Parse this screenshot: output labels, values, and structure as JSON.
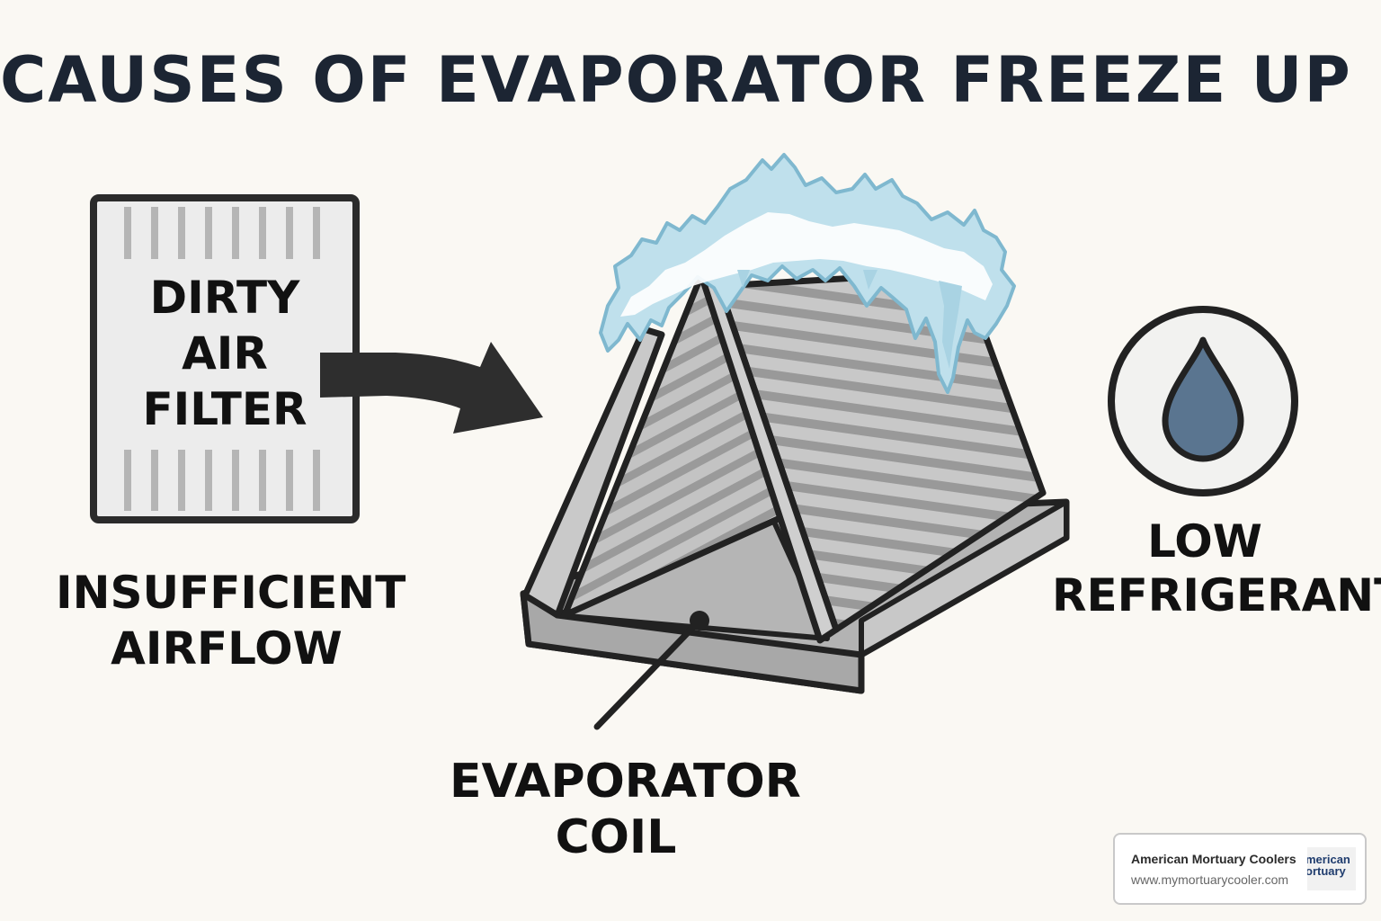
{
  "title": "CAUSES OF EVAPORATOR FREEZE UP",
  "filter": {
    "lines": [
      "DIRTY",
      "AIR",
      "FILTER"
    ]
  },
  "causes": {
    "airflow": {
      "line1": "INSUFFICIENT",
      "line2": "AIRFLOW"
    },
    "refrigerant": {
      "line1": "LOW",
      "line2": "REFRIGERANT",
      "icon": "water-drop-icon"
    }
  },
  "coil": {
    "line1": "EVAPORATOR",
    "line2": "COIL"
  },
  "watermark": {
    "name": "American Mortuary Coolers",
    "url": "www.mymortuarycooler.com",
    "logo_line1": "merican",
    "logo_line2": "ortuary"
  },
  "colors": {
    "background": "#faf8f3",
    "title": "#1c2533",
    "ice": "#a9d3e3",
    "ice_outline": "#7fb8cf",
    "drop": "#5a7590",
    "coil_gray": "#b9b9b9",
    "outline": "#222222"
  }
}
